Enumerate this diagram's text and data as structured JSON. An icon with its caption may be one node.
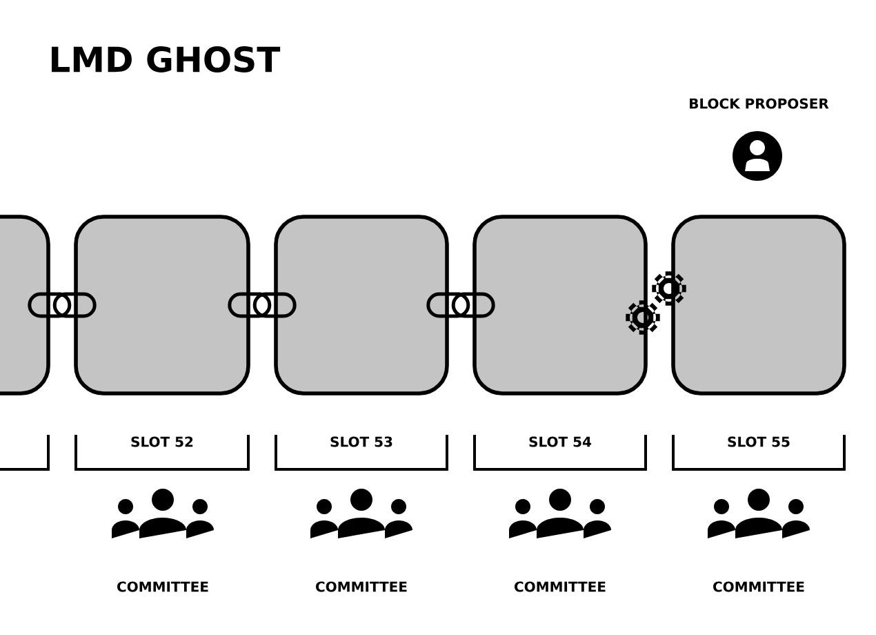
{
  "diagram": {
    "title": "LMD GHOST",
    "nodes": [
      {
        "text": [],
        "shape": "box"
      },
      {
        "text": [],
        "shape": "box",
        "beside": [
          "SLOT 52"
        ]
      },
      {
        "text": [],
        "shape": "box",
        "beside": [
          "SLOT 53"
        ]
      },
      {
        "text": [],
        "shape": "box",
        "beside": [
          "SLOT 54"
        ]
      },
      {
        "text": [],
        "shape": "box",
        "beside": [
          "SLOT 55"
        ]
      }
    ],
    "edges": [
      {
        "from": 0,
        "to": 1,
        "arrow": "none"
      },
      {
        "from": 1,
        "to": 2,
        "arrow": "none"
      },
      {
        "from": 2,
        "to": 3,
        "arrow": "none"
      }
    ],
    "labels": [
      "BLOCK PROPOSER",
      "COMMITTEE",
      "COMMITTEE",
      "COMMITTEE",
      "COMMITTEE"
    ]
  }
}
